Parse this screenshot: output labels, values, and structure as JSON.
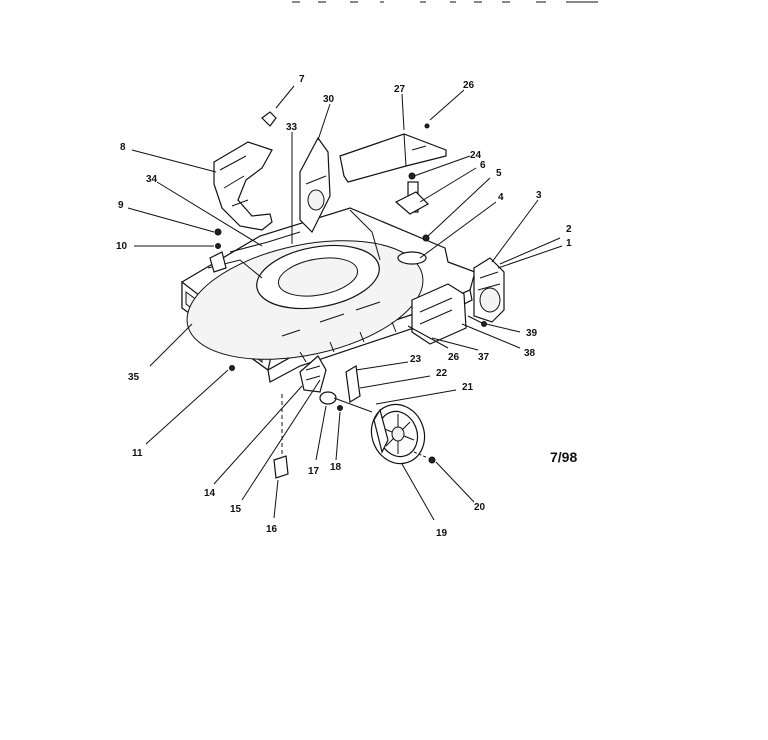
{
  "diagram": {
    "date_code": "7/98",
    "callouts": [
      "1",
      "2",
      "3",
      "4",
      "5",
      "6",
      "7",
      "8",
      "9",
      "10",
      "11",
      "14",
      "15",
      "16",
      "17",
      "18",
      "19",
      "20",
      "21",
      "22",
      "23",
      "24",
      "26",
      "26",
      "27",
      "30",
      "33",
      "34",
      "35",
      "37",
      "38",
      "39"
    ]
  }
}
